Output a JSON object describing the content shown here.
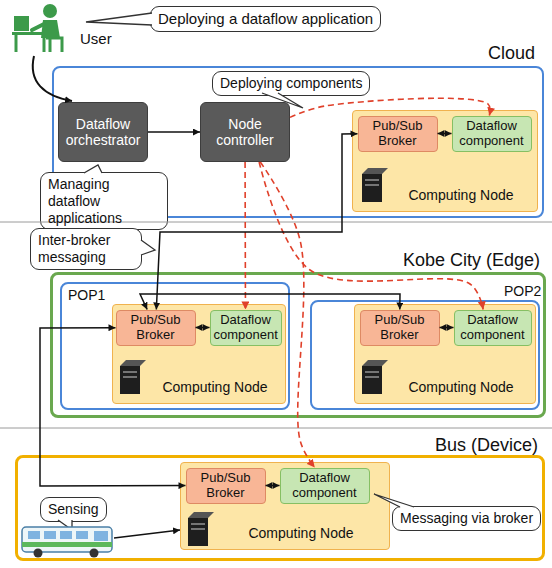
{
  "diagram": {
    "nodes": [
      {
        "text": [
          "Deploying a dataflow application"
        ]
      },
      {
        "text": [
          "Cloud"
        ]
      },
      {
        "text": [
          "Dataflow orchestrator"
        ],
        "in": 1
      },
      {
        "text": [
          "Node controller"
        ],
        "in": 1
      },
      {
        "text": [
          "Deploying components"
        ],
        "in": 1
      },
      {
        "text": [
          "Computing Node"
        ],
        "in": 1
      },
      {
        "text": [
          "Pub/Sub Broker"
        ],
        "in": 5
      },
      {
        "text": [
          "Dataflow component"
        ],
        "in": 5
      },
      {
        "text": [
          "Managing dataflow applications"
        ]
      },
      {
        "text": [
          "Inter-broker messaging"
        ]
      },
      {
        "text": [
          "Kobe City (Edge)"
        ]
      },
      {
        "text": [
          "POP1"
        ],
        "in": 10
      },
      {
        "text": [
          "Computing Node"
        ],
        "in": 11
      },
      {
        "text": [
          "Pub/Sub Broker"
        ],
        "in": 12
      },
      {
        "text": [
          "Dataflow component"
        ],
        "in": 12
      },
      {
        "text": [
          "POP2"
        ],
        "in": 10
      },
      {
        "text": [
          "Computing Node"
        ],
        "in": 15
      },
      {
        "text": [
          "Pub/Sub Broker"
        ],
        "in": 16
      },
      {
        "text": [
          "Dataflow component"
        ],
        "in": 16
      },
      {
        "text": [
          "Bus (Device)"
        ]
      },
      {
        "text": [
          "Computing Node"
        ],
        "in": 19
      },
      {
        "text": [
          "Pub/Sub Broker"
        ],
        "in": 20
      },
      {
        "text": [
          "Dataflow component"
        ],
        "in": 20
      },
      {
        "text": [
          "Messaging via broker"
        ],
        "in": 19
      },
      {
        "text": [
          "Sensing"
        ],
        "in": 19
      }
    ],
    "edges": [
      {
        "from": 2,
        "to": 3,
        "arrow": "to"
      },
      {
        "from": 3,
        "to": 7,
        "arrow": "to"
      },
      {
        "from": 3,
        "to": 14,
        "arrow": "to"
      },
      {
        "from": 3,
        "to": 18,
        "arrow": "to"
      },
      {
        "from": 3,
        "to": 22,
        "arrow": "to"
      },
      {
        "from": 13,
        "to": 6,
        "arrow": "both"
      },
      {
        "from": 13,
        "to": 17,
        "arrow": "both"
      },
      {
        "from": 21,
        "to": 13,
        "arrow": "both"
      },
      {
        "from": 6,
        "to": 7,
        "arrow": "both"
      },
      {
        "from": 13,
        "to": 14,
        "arrow": "both"
      },
      {
        "from": 17,
        "to": 18,
        "arrow": "both"
      },
      {
        "from": 21,
        "to": 22,
        "arrow": "both"
      }
    ],
    "labels": [
      "User"
    ]
  }
}
